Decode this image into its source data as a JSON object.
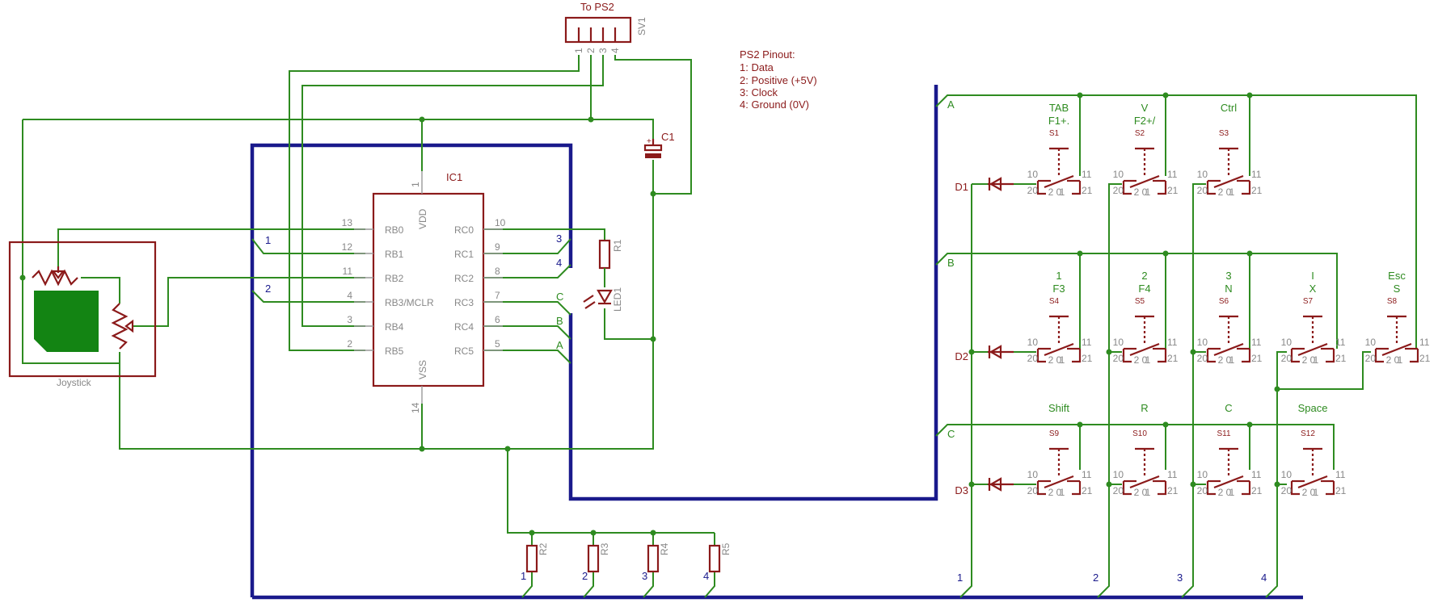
{
  "connector": {
    "title": "To PS2",
    "name": "SV1",
    "pins": [
      "1",
      "2",
      "3",
      "4"
    ]
  },
  "pinout": {
    "title": "PS2 Pinout:",
    "lines": [
      "1: Data",
      "2: Positive (+5V)",
      "3: Clock",
      "4: Ground (0V)"
    ]
  },
  "ic": {
    "name": "IC1",
    "vdd_label": "VDD",
    "vss_label": "VSS",
    "vdd_pin": "1",
    "vss_pin": "14",
    "left_pins": [
      {
        "num": "13",
        "name": "RB0"
      },
      {
        "num": "12",
        "name": "RB1"
      },
      {
        "num": "11",
        "name": "RB2"
      },
      {
        "num": "4",
        "name": "RB3/MCLR"
      },
      {
        "num": "3",
        "name": "RB4"
      },
      {
        "num": "2",
        "name": "RB5"
      }
    ],
    "right_pins": [
      {
        "num": "10",
        "name": "RC0"
      },
      {
        "num": "9",
        "name": "RC1"
      },
      {
        "num": "8",
        "name": "RC2"
      },
      {
        "num": "7",
        "name": "RC3"
      },
      {
        "num": "6",
        "name": "RC4"
      },
      {
        "num": "5",
        "name": "RC5"
      }
    ]
  },
  "parts": {
    "c1": "C1",
    "r1": "R1",
    "led1": "LED1",
    "joystick": "Joystick",
    "r2": "R2",
    "r3": "R3",
    "r4": "R4",
    "r5": "R5",
    "d1": "D1",
    "d2": "D2",
    "d3": "D3"
  },
  "bus_labels": {
    "ic_left": [
      "1",
      "2"
    ],
    "ic_right": [
      "3",
      "4",
      "C",
      "B",
      "A"
    ],
    "bottom": [
      "1",
      "2",
      "3",
      "4"
    ],
    "matrix_rows": [
      "A",
      "B",
      "C"
    ],
    "matrix_cols": [
      "1",
      "2",
      "3",
      "4"
    ]
  },
  "switch_pins": {
    "a": "10",
    "b": "11",
    "c": "20",
    "d": "21",
    "e": "2",
    "f": "0",
    "g": "1"
  },
  "switches": [
    {
      "ref": "S1",
      "label1": "TAB",
      "label2": "F1+."
    },
    {
      "ref": "S2",
      "label1": "V",
      "label2": "F2+/"
    },
    {
      "ref": "S3",
      "label1": "Ctrl",
      "label2": ""
    },
    {
      "ref": "S4",
      "label1": "1",
      "label2": "F3"
    },
    {
      "ref": "S5",
      "label1": "2",
      "label2": "F4"
    },
    {
      "ref": "S6",
      "label1": "3",
      "label2": "N"
    },
    {
      "ref": "S7",
      "label1": "I",
      "label2": "X"
    },
    {
      "ref": "S8",
      "label1": "Esc",
      "label2": "S"
    },
    {
      "ref": "S9",
      "label1": "Shift",
      "label2": ""
    },
    {
      "ref": "S10",
      "label1": "R",
      "label2": ""
    },
    {
      "ref": "S11",
      "label1": "C",
      "label2": ""
    },
    {
      "ref": "S12",
      "label1": "Space",
      "label2": ""
    }
  ],
  "colors": {
    "wire": "#2e8b20",
    "bus": "#1a1a8c",
    "part": "#8b1a1a",
    "pin": "#999999"
  }
}
